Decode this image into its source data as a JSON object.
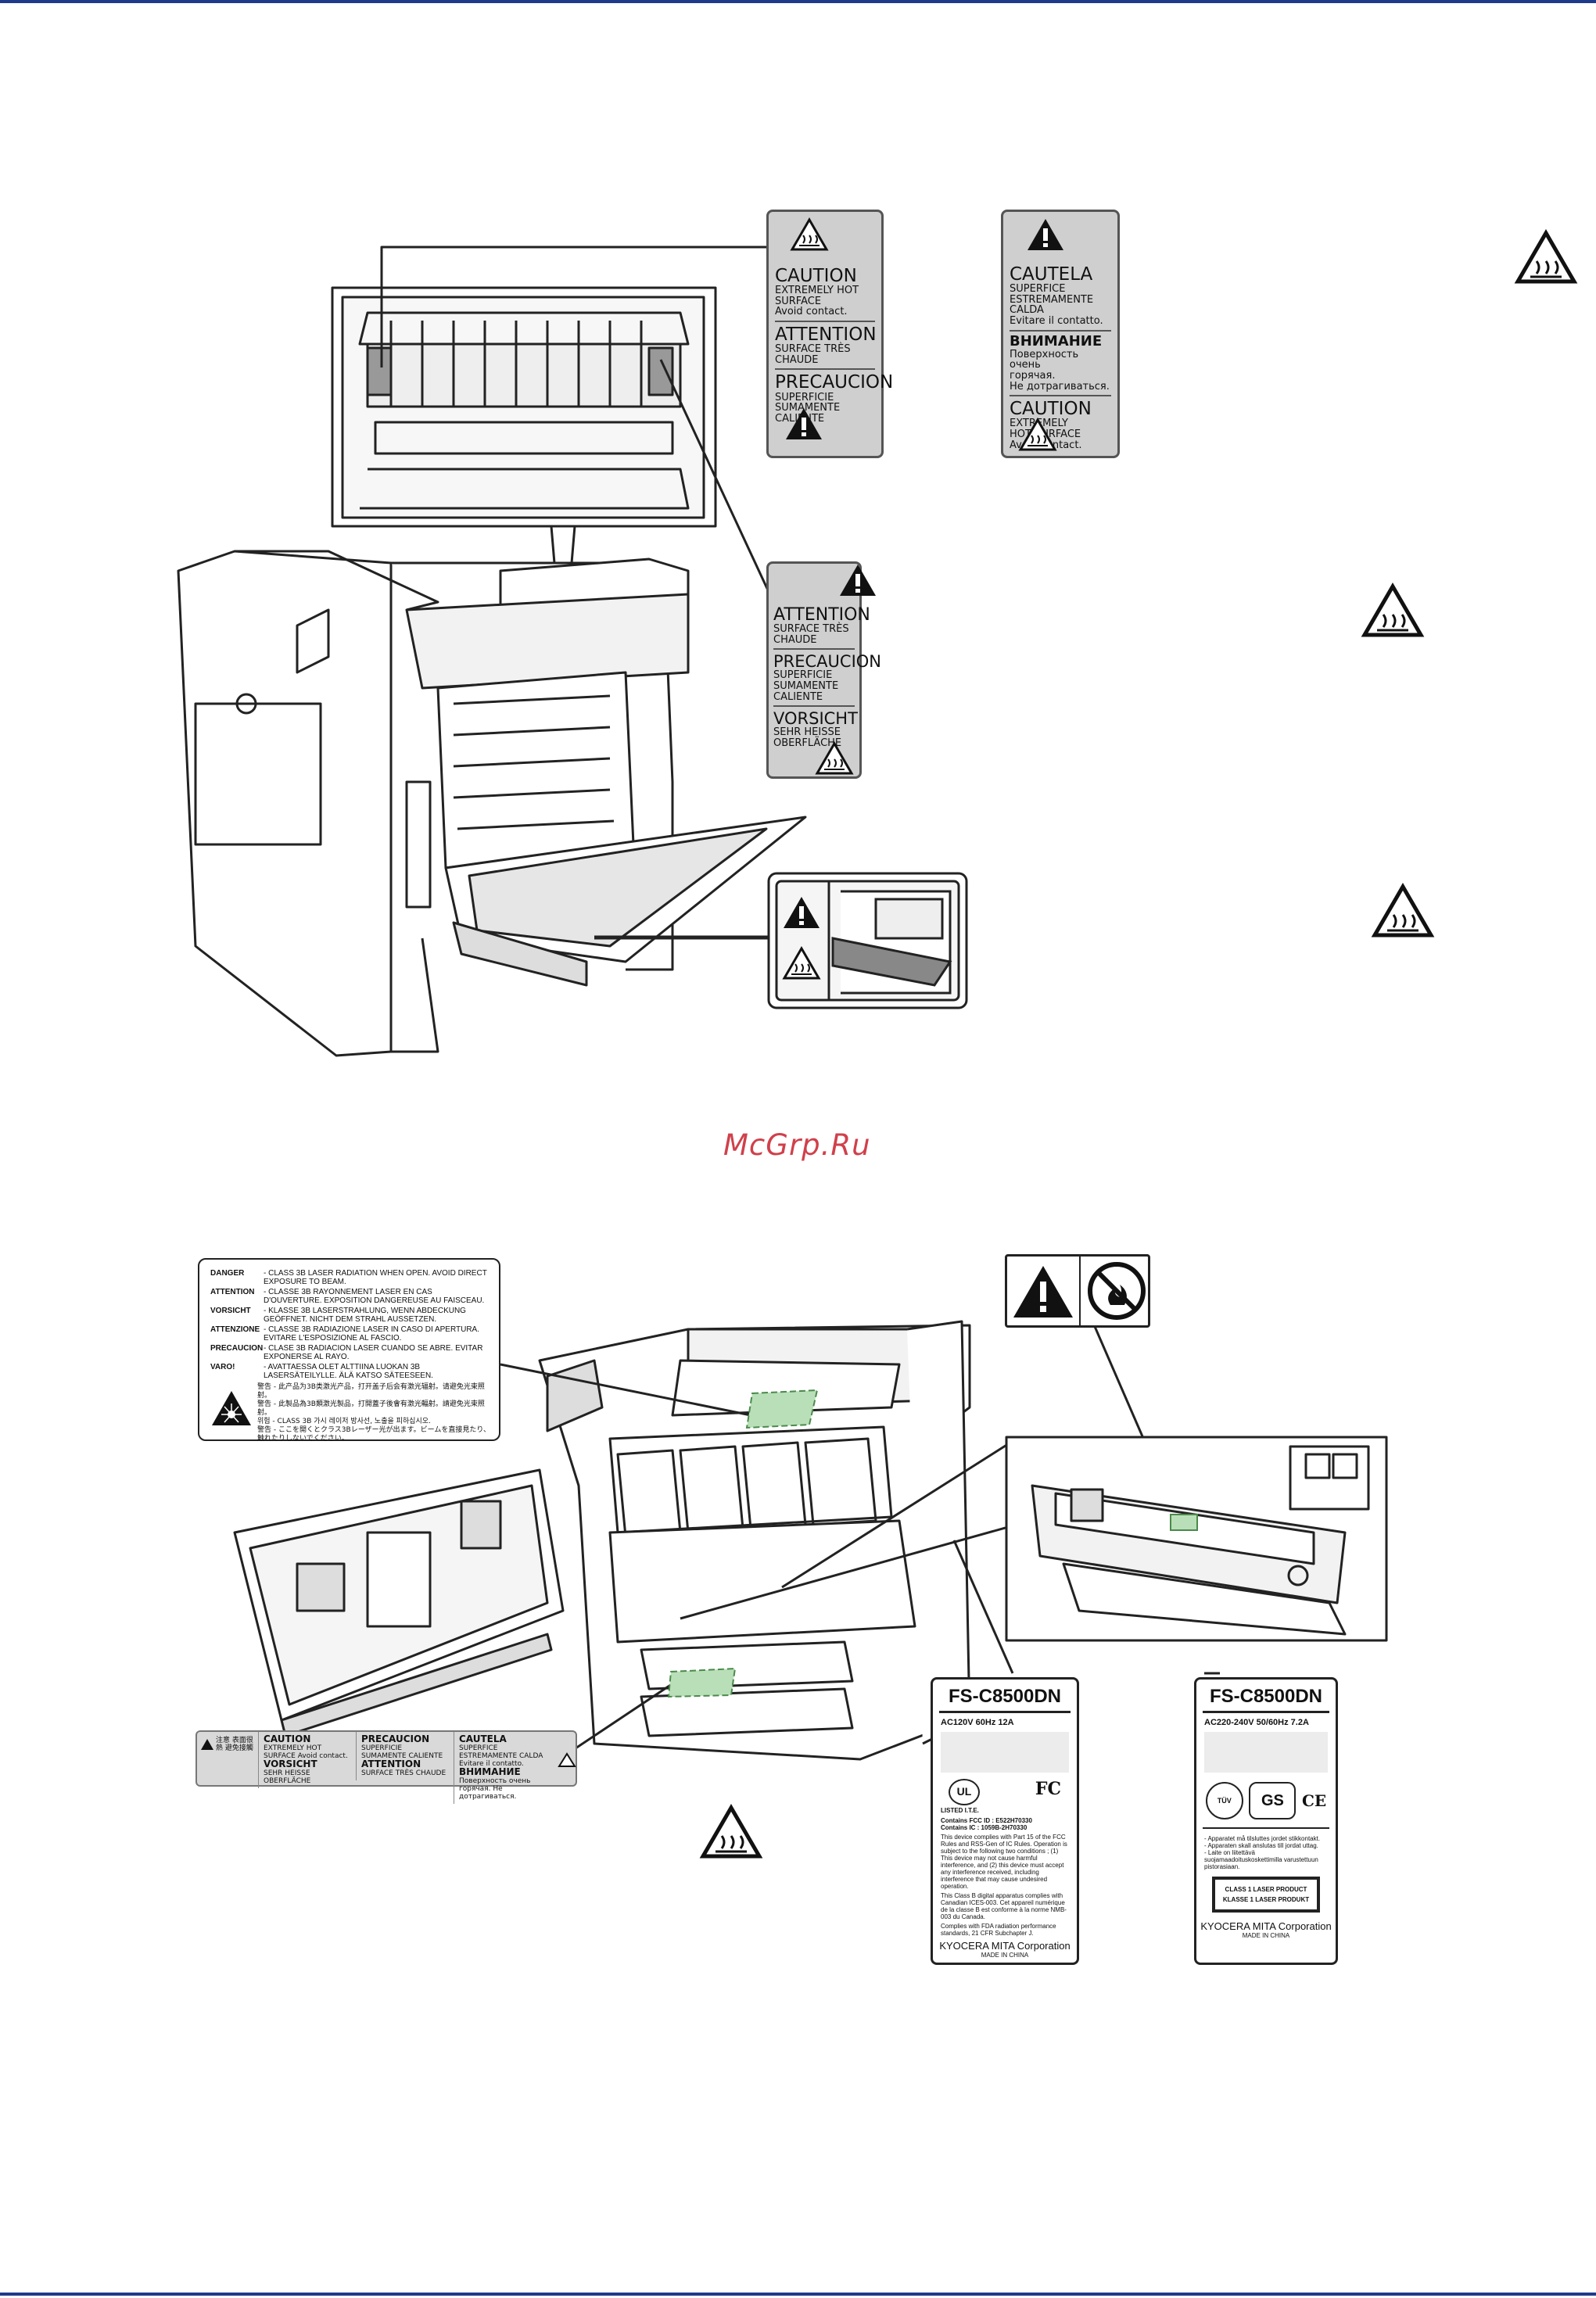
{
  "watermark": "McGrp.Ru",
  "rear_labels": {
    "label_a": {
      "caution": "CAUTION",
      "caution_sub": [
        "EXTREMELY HOT",
        "SURFACE",
        "Avoid contact."
      ],
      "attention": "ATTENTION",
      "attention_sub": "SURFACE TRÈS CHAUDE",
      "precaucion": "PRECAUCION",
      "precaucion_sub": [
        "SUPERFICIE",
        "SUMAMENTE",
        "CALIENTE"
      ]
    },
    "label_b": {
      "cautela": "CAUTELA",
      "cautela_sub": [
        "SUPERFICE",
        "ESTREMAMENTE CALDA",
        "Evitare il contatto."
      ],
      "vnimanie": "ВНИМАНИЕ",
      "vnimanie_sub": [
        "Поверхность очень",
        "горячая.",
        "Не дотрагиваться."
      ],
      "caution": "CAUTION",
      "caution_sub": [
        "EXTREMELY",
        "HOT SURFACE",
        "Avoid contact."
      ]
    },
    "label_c": {
      "attention": "ATTENTION",
      "attention_sub": [
        "SURFACE TRÈS",
        "CHAUDE"
      ],
      "precaucion": "PRECAUCION",
      "precaucion_sub": [
        "SUPERFICIE",
        "SUMAMENTE",
        "CALIENTE"
      ],
      "vorsicht": "VORSICHT",
      "vorsicht_sub": [
        "SEHR HEISSE",
        "OBERFLÄCHE"
      ]
    }
  },
  "laser_warning": {
    "rows": [
      {
        "k": "DANGER",
        "v": "- CLASS 3B LASER RADIATION WHEN OPEN. AVOID DIRECT EXPOSURE TO BEAM."
      },
      {
        "k": "ATTENTION",
        "v": "- CLASSE 3B RAYONNEMENT LASER EN CAS D'OUVERTURE. EXPOSITION DANGEREUSE AU FAISCEAU."
      },
      {
        "k": "VORSICHT",
        "v": "- KLASSE 3B LASERSTRAHLUNG, WENN ABDECKUNG GEÖFFNET. NICHT DEM STRAHL AUSSETZEN."
      },
      {
        "k": "ATTENZIONE",
        "v": "- CLASSE 3B RADIAZIONE LASER IN CASO DI APERTURA. EVITARE L'ESPOSIZIONE AL FASCIO."
      },
      {
        "k": "PRECAUCION",
        "v": "- CLASE 3B RADIACION LASER CUANDO SE ABRE. EVITAR EXPONERSE AL RAYO."
      },
      {
        "k": "VARO!",
        "v": "- AVATTAESSA OLET ALTTIINA LUOKAN 3B LASERSÄTEILYLLE. ÄLÄ KATSO SÄTEESEEN."
      }
    ],
    "cjk": [
      "警告 - 此产品为3B类激光产品，打开盖子后会有激光辐射。请避免光束照射。",
      "警告 - 此製品為3B類激光製品，打開蓋子後會有激光輻射。請避免光束照射。",
      "위험 - CLASS 3B 가시 레이저 방사선, 노출을 피하십시오.",
      "警告 - ここを開くとクラス3Bレーザー光が出ます。ビームを直接見たり、触れたりしないでください。"
    ]
  },
  "tray_label": {
    "cjk": "注意 表面很熱 避免接觸",
    "cols": [
      {
        "a": "CAUTION",
        "a_sub": "EXTREMELY HOT SURFACE Avoid contact.",
        "b": "VORSICHT",
        "b_sub": "SEHR HEISSE OBERFLÄCHE"
      },
      {
        "a": "PRECAUCION",
        "a_sub": "SUPERFICIE SUMAMENTE CALIENTE",
        "b": "ATTENTION",
        "b_sub": "SURFACE TRÈS CHAUDE"
      },
      {
        "a": "CAUTELA",
        "a_sub": "SUPERFICE ESTREMAMENTE CALDA Evitare il contatto.",
        "b": "ВНИМАНИЕ",
        "b_sub": "Поверхность очень горячая. Не дотрагиваться."
      }
    ]
  },
  "rating_us": {
    "model": "FS-C8500DN",
    "power": "AC120V   60Hz   12A",
    "ul": "LISTED  I.T.E.",
    "fcc": "Contains FCC ID : E522H70330",
    "ic": "Contains IC : 1059B-2H70330",
    "text1": "This device complies with Part 15 of the FCC Rules and RSS-Gen of IC Rules. Operation is subject to the following two conditions ; (1) This device may not cause harmful interference, and (2) this device must accept any interference received, including interference that may cause undesired operation.",
    "text2": "This Class B digital apparatus complies with Canadian ICES-003. Cet appareil numérique de la classe B est conforme à la norme NMB-003 du Canada.",
    "text3": "Complies with FDA radiation performance standards, 21 CFR Subchapter J.",
    "maker": "KYOCERA MITA Corporation",
    "made": "MADE IN CHINA"
  },
  "rating_eu": {
    "model": "FS-C8500DN",
    "power": "AC220-240V   50/60Hz   7.2A",
    "notes": "- Apparatet må tilsluttes jordet stikkontakt. - Apparaten skall anslutas till jordat uttag. - Laite on liitettävä suojamaadoituskoskettimilla varustettuun pistorasiaan.",
    "laser1": "CLASS 1 LASER PRODUCT",
    "laser2": "KLASSE 1 LASER PRODUKT",
    "maker": "KYOCERA MITA Corporation",
    "made": "MADE IN CHINA"
  },
  "colors": {
    "rule": "#1e3a8a",
    "watermark": "#d0404b",
    "label_gray": "#cfcfcf",
    "highlight": "#b9dfb9"
  }
}
